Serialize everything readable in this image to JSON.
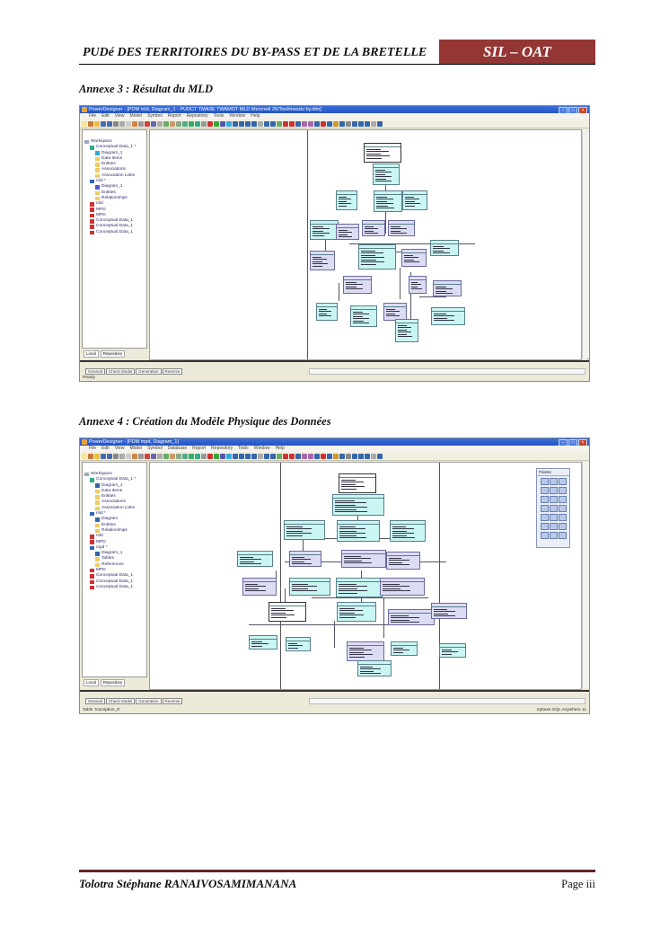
{
  "header": {
    "title": "PUDé DES TERRITOIRES DU BY-PASS ET DE LA BRETELLE",
    "badge": "SIL – OAT",
    "badge_color": "#943634"
  },
  "annexe3": {
    "caption": "Annexe 3 : Résultat du MLD",
    "window_title": "PowerDesigner - [PDM mld, Diagram_1 - PUDCT TMASE TWAMOT MLD Mercredi 26/Tout/mesdu by.ldm]",
    "menu": [
      "File",
      "Edit",
      "View",
      "Model",
      "Symbol",
      "Report",
      "Repository",
      "Tools",
      "Window",
      "Help"
    ],
    "tree": [
      "Workspace",
      "Conceptual Data_1 *",
      "Diagram_1",
      "Data Items",
      "Entities",
      "Associations",
      "Association Links",
      "mld *",
      "Diagram_1",
      "Entities",
      "Relationships",
      "mld",
      "MPD",
      "MPD",
      "Conceptual Data_1",
      "Conceptual Data_1",
      "Conceptual Data_1"
    ],
    "tree_tabs": [
      "Local",
      "Repository"
    ],
    "output_tabs": [
      "General",
      "Check Model",
      "Generation",
      "Reverse"
    ],
    "status": "Ready"
  },
  "annexe4": {
    "caption": "Annexe 4 : Création du Modèle Physique des Données",
    "window_title": "PowerDesigner - [PDM mpd, Diagram_1]",
    "menu": [
      "File",
      "Edit",
      "View",
      "Model",
      "Symbol",
      "Database",
      "Report",
      "Repository",
      "Tools",
      "Window",
      "Help"
    ],
    "tree": [
      "Workspace",
      "Conceptual Data_1 *",
      "Diagram_1",
      "Data Items",
      "Entities",
      "Associations",
      "Association Links",
      "mld *",
      "Diagram",
      "Entities",
      "Relationships",
      "mld",
      "MPD",
      "mpd *",
      "Diagram_1",
      "Tables",
      "References",
      "MPD",
      "Conceptual Data_1",
      "Conceptual Data_1",
      "Conceptual Data_1"
    ],
    "tree_tabs": [
      "Local",
      "Repository"
    ],
    "output_tabs": [
      "General",
      "Check Model",
      "Generation",
      "Reverse"
    ],
    "palette_title": "Palette",
    "status_left": "Table 'Inscription_6'",
    "status_right": "Sybase SQL Anywhere 11"
  },
  "footer": {
    "author": "Tolotra Stéphane RANAIVOSAMIMANANA",
    "page": "Page iii",
    "line_color": "#622423"
  }
}
